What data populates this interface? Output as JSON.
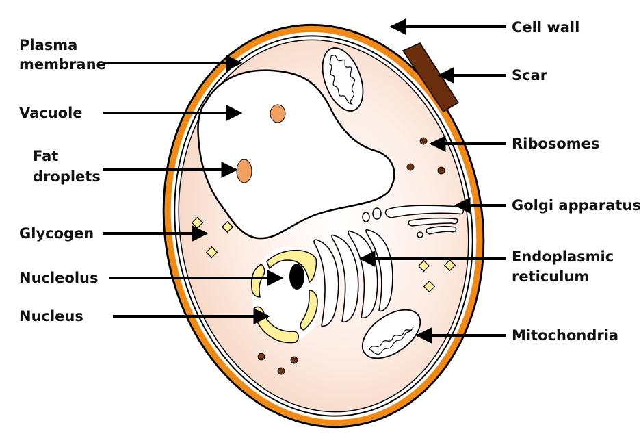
{
  "colors": {
    "cell_wall": "#f08a14",
    "cytoplasm": "#f8d8c4",
    "scar": "#6b2e0c",
    "fat_droplet": "#f0a060",
    "ribosome": "#6b3512",
    "glycogen": "#fff09a",
    "nucleus_envelope": "#fff09a",
    "nucleolus": "#000000",
    "arrow": "#000000"
  },
  "labels": {
    "plasma_membrane_line1": "Plasma",
    "plasma_membrane_line2": "membrane",
    "vacuole": "Vacuole",
    "fat_droplets_line1": "Fat",
    "fat_droplets_line2": "droplets",
    "glycogen": "Glycogen",
    "nucleolus": "Nucleolus",
    "nucleus": "Nucleus",
    "cell_wall": "Cell wall",
    "scar": "Scar",
    "ribosomes": "Ribosomes",
    "golgi_apparatus": "Golgi apparatus",
    "endoplasmic_reticulum_line1": "Endoplasmic",
    "endoplasmic_reticulum_line2": "reticulum",
    "mitochondria": "Mitochondria"
  }
}
